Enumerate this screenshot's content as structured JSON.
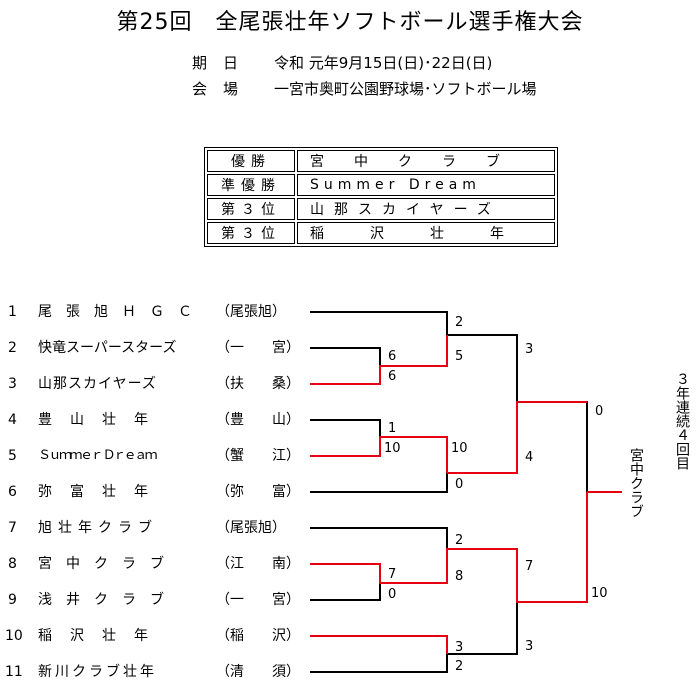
{
  "title": "第25回　全尾張壮年ソフトボール選手権大会",
  "info": {
    "date_label": "期日",
    "date_value": "令和 元年9月15日(日)･22日(日)",
    "venue_label": "会場",
    "venue_value": "一宮市奥町公園野球場･ソフトボール場"
  },
  "results": [
    {
      "rank": "優勝",
      "team": "宮中クラブ"
    },
    {
      "rank": "準優勝",
      "team": "Summer Dream"
    },
    {
      "rank": "第３位",
      "team": "山那スカイヤーズ"
    },
    {
      "rank": "第３位",
      "team": "稲沢壮年"
    }
  ],
  "entries": [
    {
      "num": "1",
      "name": "尾張旭ＨＧＣ",
      "pref": "（尾張旭）"
    },
    {
      "num": "2",
      "name": "快竜スーパースターズ",
      "pref": "（一　　宮）"
    },
    {
      "num": "3",
      "name": "山那スカイヤーズ",
      "pref": "（扶　　桑）"
    },
    {
      "num": "4",
      "name": "豊　山　壮　年",
      "pref": "（豊　　山）"
    },
    {
      "num": "5",
      "name": "Ｓｕｍｍｅｒ Ｄｒｅａｍ",
      "pref": "（蟹　　江）"
    },
    {
      "num": "6",
      "name": "弥　富　壮　年",
      "pref": "（弥　　富）"
    },
    {
      "num": "7",
      "name": "旭壮年クラブ",
      "pref": "（尾張旭）"
    },
    {
      "num": "8",
      "name": "宮　中　ク　ラ　ブ",
      "pref": "（江　　南）"
    },
    {
      "num": "9",
      "name": "浅　井　ク　ラ　ブ",
      "pref": "（一　　宮）"
    },
    {
      "num": "10",
      "name": "稲　沢　壮　年",
      "pref": "（稲　　沢）"
    },
    {
      "num": "11",
      "name": "新川クラブ壮年",
      "pref": "（清　　須）"
    }
  ],
  "scores": {
    "r1_2v3_top": "6",
    "r1_2v3_bot": "6",
    "r1_4v5_top": "1",
    "r1_4v5_bot": "10",
    "r1_8v9_top": "7",
    "r1_8v9_bot": "0",
    "r2_1_top": "2",
    "r2_1_bot": "5",
    "r2_2_top": "10",
    "r2_2_bot": "0",
    "r2_3_top": "2",
    "r2_3_bot": "8",
    "r2_4_top": "3",
    "r2_4_bot": "2",
    "sf1_top": "3",
    "sf1_bot": "4",
    "sf2_top": "7",
    "sf2_bot": "3",
    "final_top": "0",
    "final_bot": "10"
  },
  "champion": "宮中クラブ",
  "champion_note": "３年連続４回目",
  "colors": {
    "win": "#e60012",
    "line": "#000000"
  }
}
